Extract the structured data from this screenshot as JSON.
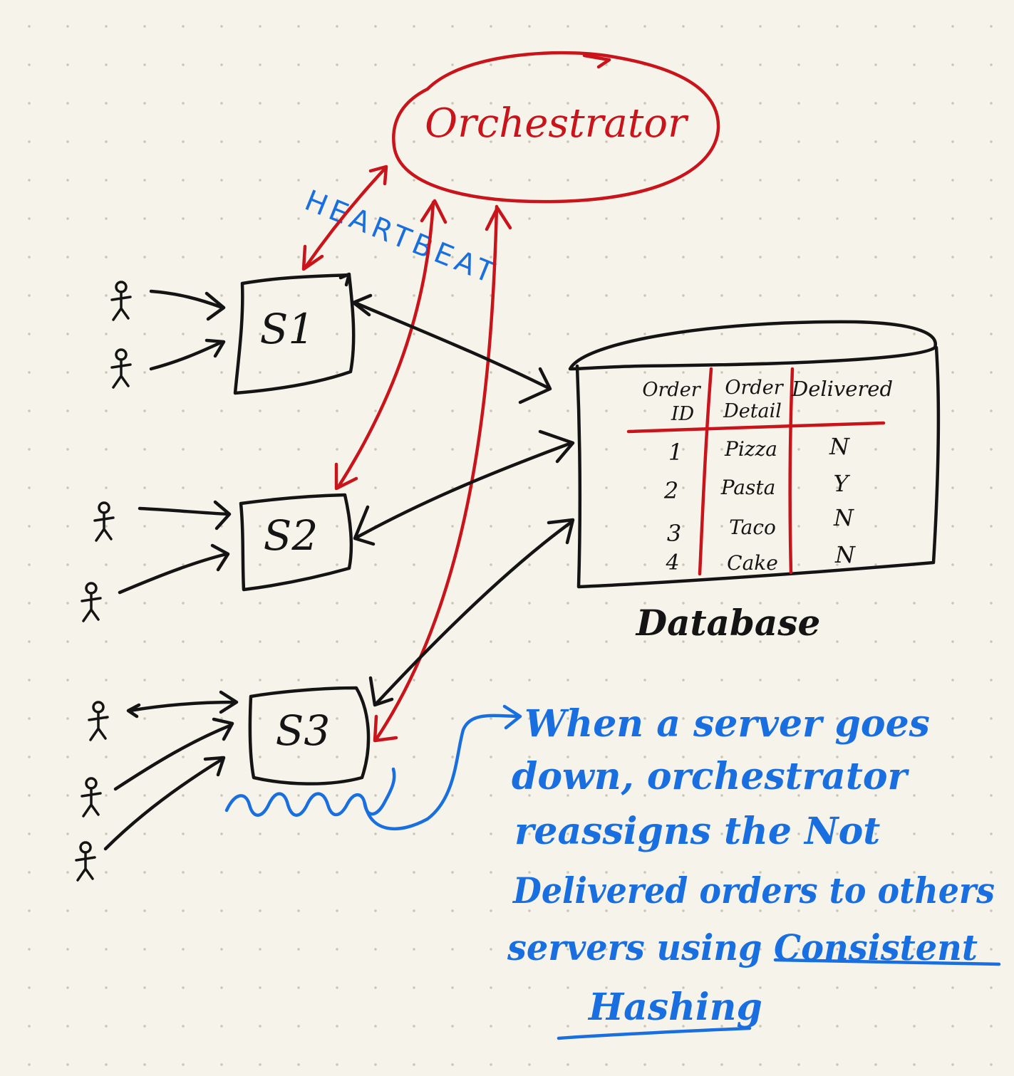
{
  "orchestrator": {
    "label": "Orchestrator"
  },
  "heartbeat": {
    "label": "HEARTBEAT"
  },
  "servers": [
    {
      "label": "S1"
    },
    {
      "label": "S2"
    },
    {
      "label": "S3"
    }
  ],
  "database": {
    "label": "Database",
    "table": {
      "headers": [
        "Order ID",
        "Order Detail",
        "Delivered"
      ],
      "rows": [
        [
          "1",
          "Pizza",
          "N"
        ],
        [
          "2",
          "Pasta",
          "Y"
        ],
        [
          "3",
          "Taco",
          "N"
        ],
        [
          "4",
          "Cake",
          "N"
        ]
      ]
    }
  },
  "note": {
    "lines": [
      "When a server goes",
      "down, orchestrator",
      "reassigns the Not",
      "Delivered orders to others",
      "servers using Consistent",
      "Hashing"
    ]
  },
  "colors": {
    "orchestrator": "#c8141a",
    "note": "#1a6fe0",
    "ink": "#141414",
    "paper": "#f6f4ea"
  },
  "icons": [
    "user-stick-figure"
  ]
}
